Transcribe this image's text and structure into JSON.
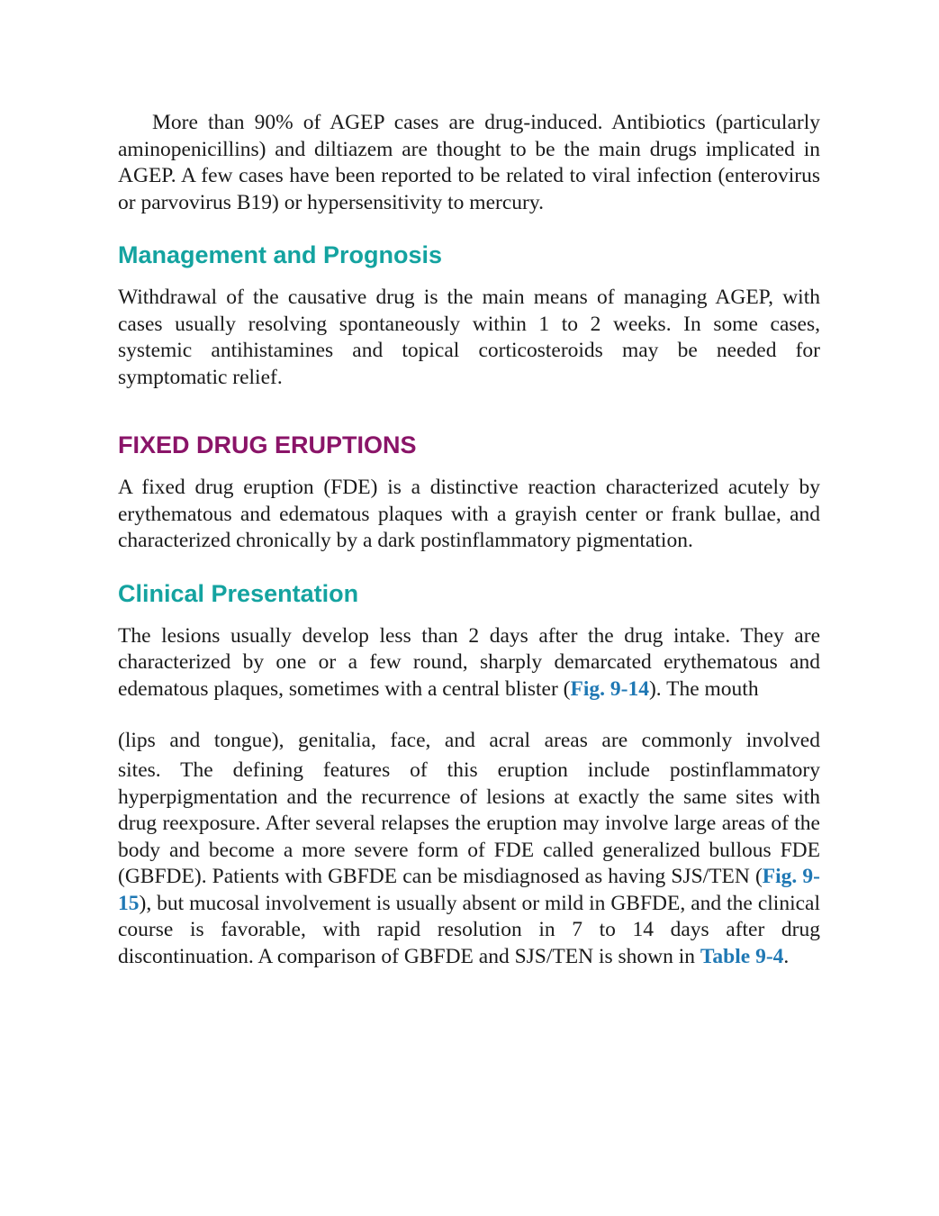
{
  "para1": "More than 90% of AGEP cases are drug-induced. Antibiotics (particularly aminopenicillins) and diltiazem are thought to be the main drugs implicated in AGEP. A few cases have been reported to be related to viral infection (enterovirus or parvovirus B19) or hypersensitivity to mercury.",
  "heading_management": "Management and Prognosis",
  "para_management": "Withdrawal of the causative drug is the main means of managing AGEP, with cases usually resolving spontaneously within 1 to 2 weeks. In some cases, systemic antihistamines and topical corticosteroids may be needed for symptomatic relief.",
  "heading_fde": "FIXED DRUG ERUPTIONS",
  "para_fde": "A fixed drug eruption (FDE) is a distinctive reaction characterized acutely by erythematous and edematous plaques with a grayish center or frank bullae, and characterized chronically by a dark postinflammatory pigmentation.",
  "heading_clinical": "Clinical Presentation",
  "clinical_a": {
    "text1": "The lesions usually develop less than 2 days after the drug intake. They are characterized by one or a few round, sharply demarcated erythematous and edematous plaques, sometimes with a central blister (",
    "link1": "Fig. 9-14",
    "text2": "). The mouth"
  },
  "clinical_b": {
    "line1": "(lips and tongue), genitalia, face, and acral areas are commonly involved",
    "text1": "sites. The defining features of this eruption include postinflammatory hyperpigmentation and the recurrence of lesions at exactly the same sites with drug reexposure. After several relapses the eruption may involve large areas of the body and become a more severe form of FDE called generalized bullous FDE (GBFDE). Patients with GBFDE can be misdiagnosed as having SJS/TEN (",
    "link1": "Fig. 9-15",
    "text2": "), but mucosal involvement is usually absent or mild in GBFDE, and the clinical course is favorable, with rapid resolution in 7 to 14 days after drug discontinuation. A comparison of GBFDE and SJS/TEN is shown in ",
    "link2": "Table 9-4",
    "text3": "."
  }
}
